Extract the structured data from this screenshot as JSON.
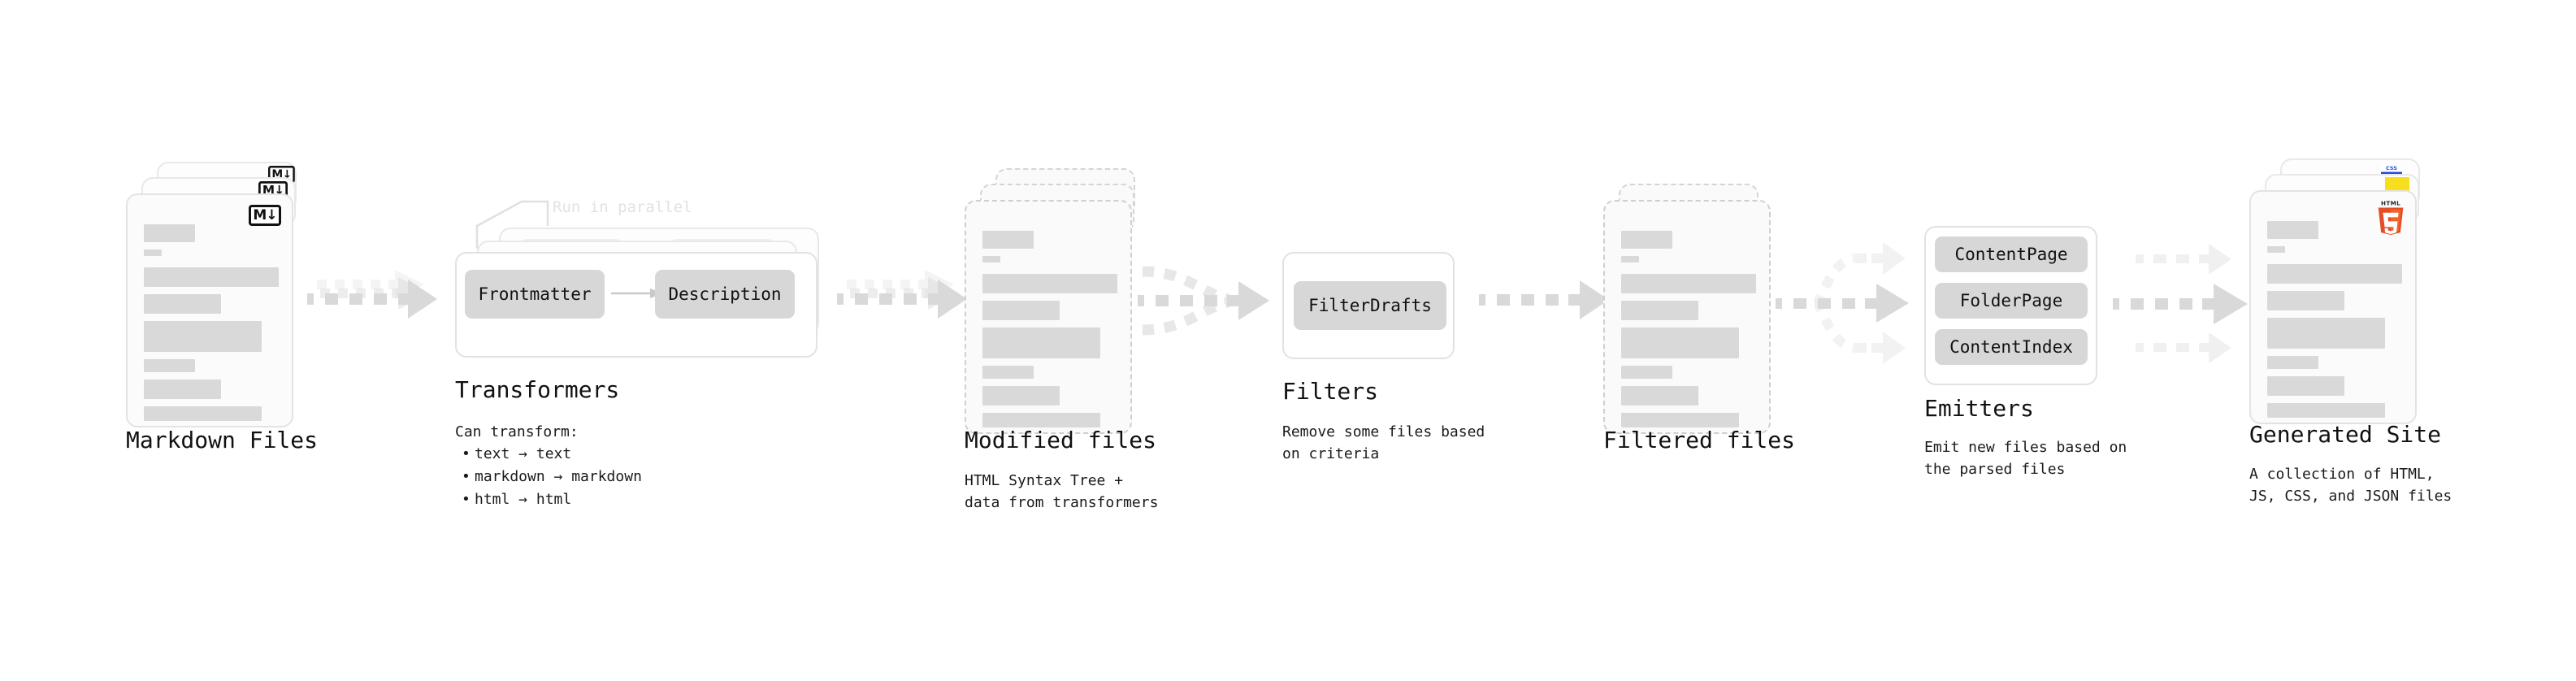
{
  "diagram": {
    "type": "pipeline-flow",
    "background": "#ffffff",
    "accent_colors": {
      "card_fill": "#fbfbfb",
      "card_border": "#e3e3e3",
      "bar_fill": "#d9d9d9",
      "pill_fill": "#d7d7d7",
      "arrow_fill": "#d9d9d9",
      "ghost_text": "#e2e2e2",
      "html5_orange": "#e44d26",
      "html5_orange_light": "#f16529",
      "js_yellow": "#f7df1e",
      "css_blue": "#264de4",
      "markdown_black": "#111111"
    }
  },
  "stages": [
    {
      "id": "markdown-files",
      "title": "Markdown Files",
      "description": "",
      "badge": "markdown-icon",
      "badge_label": "M↓",
      "stack_count": 3
    },
    {
      "id": "transformers",
      "title": "Transformers",
      "description": "Can transform:",
      "bullets": [
        "text → text",
        "markdown → markdown",
        "html → html"
      ],
      "ghost_label": "Run in parallel",
      "pills": [
        "Frontmatter",
        "Description"
      ],
      "stack_count": 3
    },
    {
      "id": "modified-files",
      "title": "Modified files",
      "description": "HTML Syntax Tree +\ndata from transformers",
      "stack_count": 3
    },
    {
      "id": "filters",
      "title": "Filters",
      "description": "Remove some files based\non criteria",
      "pills": [
        "FilterDrafts"
      ]
    },
    {
      "id": "filtered-files",
      "title": "Filtered files",
      "description": "",
      "stack_count": 2
    },
    {
      "id": "emitters",
      "title": "Emitters",
      "description": "Emit new files based on\nthe parsed files",
      "pills": [
        "ContentPage",
        "FolderPage",
        "ContentIndex"
      ]
    },
    {
      "id": "generated-site",
      "title": "Generated Site",
      "description": "A collection of HTML,\nJS, CSS, and JSON files",
      "badges": [
        "css-icon",
        "js-icon",
        "html5-icon"
      ],
      "badge_labels": [
        "CSS",
        "JS",
        "HTML5"
      ],
      "stack_count": 3
    }
  ],
  "connectors": [
    {
      "id": "arrow-markdown-to-transformers",
      "kind": "triple-dashed-arrow"
    },
    {
      "id": "arrow-transformers-to-modified",
      "kind": "triple-dashed-arrow"
    },
    {
      "id": "arrow-modified-to-filters",
      "kind": "merge-dashed-arrow"
    },
    {
      "id": "arrow-filters-to-filtered",
      "kind": "single-dashed-arrow"
    },
    {
      "id": "arrow-filtered-to-emitters",
      "kind": "branch-dashed-arrow"
    },
    {
      "id": "arrow-emitters-to-site",
      "kind": "triple-parallel-arrow"
    }
  ]
}
